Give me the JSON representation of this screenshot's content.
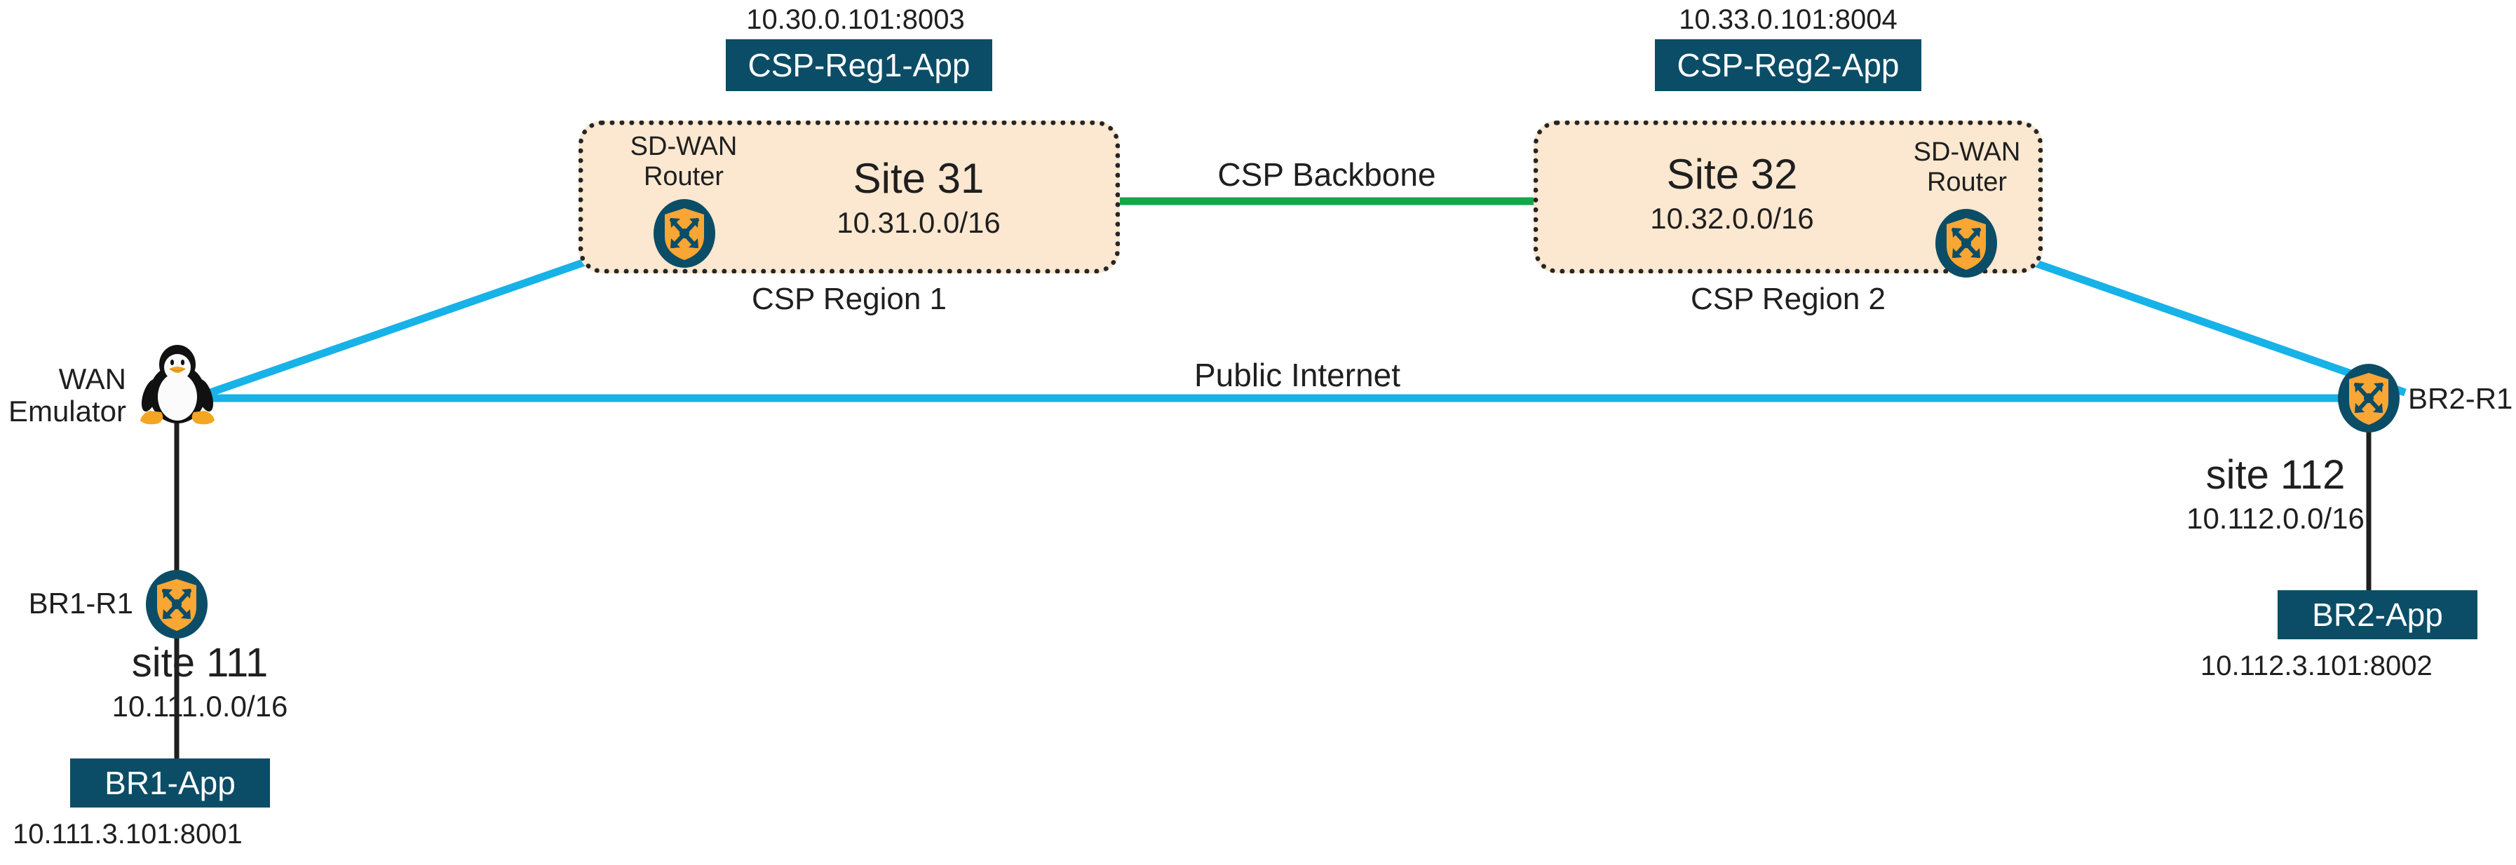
{
  "diagram": {
    "title": "SD-WAN multi-site topology",
    "colors": {
      "app_chip_bg": "#0b4d67",
      "region_fill": "#fce8d0",
      "region_border": "#262626",
      "internet_link": "#17b2e8",
      "backbone_link": "#13a64a",
      "lan_link": "#1f1f1f",
      "router_disc": "#0b4d67",
      "router_shield": "#f9a635"
    },
    "regions": [
      {
        "id": "csp-region-1",
        "caption": "CSP Region 1",
        "site_title": "Site 31",
        "site_cidr": "10.31.0.0/16",
        "router_label_line1": "SD-WAN",
        "router_label_line2": "Router",
        "app": {
          "name": "CSP-Reg1-App",
          "endpoint": "10.30.0.101:8003"
        }
      },
      {
        "id": "csp-region-2",
        "caption": "CSP Region 2",
        "site_title": "Site 32",
        "site_cidr": "10.32.0.0/16",
        "router_label_line1": "SD-WAN",
        "router_label_line2": "Router",
        "app": {
          "name": "CSP-Reg2-App",
          "endpoint": "10.33.0.101:8004"
        }
      }
    ],
    "branches": [
      {
        "id": "branch-1",
        "router_label": "BR1-R1",
        "site_name": "site 111",
        "site_cidr": "10.111.0.0/16",
        "app": {
          "name": "BR1-App",
          "endpoint": "10.111.3.101:8001"
        }
      },
      {
        "id": "branch-2",
        "router_label": "BR2-R1",
        "site_name": "site 112",
        "site_cidr": "10.112.0.0/16",
        "app": {
          "name": "BR2-App",
          "endpoint": "10.112.3.101:8002"
        }
      }
    ],
    "wan_emulator": {
      "label_line1": "WAN",
      "label_line2": "Emulator",
      "icon": "linux-penguin-icon"
    },
    "links": [
      {
        "id": "csp-backbone",
        "caption": "CSP Backbone",
        "color": "#13a64a"
      },
      {
        "id": "public-internet",
        "caption": "Public Internet",
        "color": "#17b2e8"
      }
    ]
  }
}
